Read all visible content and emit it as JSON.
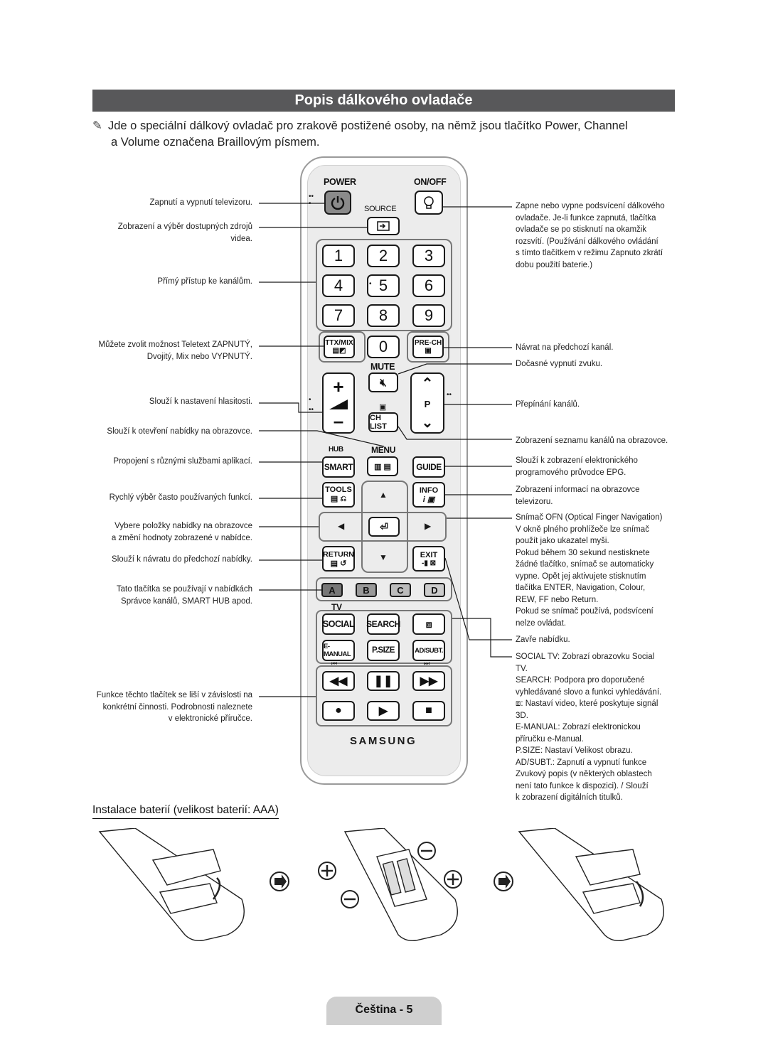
{
  "title": "Popis dálkového ovladače",
  "note": {
    "line1": "Jde o speciální dálkový ovladač pro zrakově postižené osoby, na němž jsou tlačítko Power, Channel",
    "line2": "a Volume označena Braillovým písmem."
  },
  "remote": {
    "power_label": "POWER",
    "onoff_label": "ON/OFF",
    "source_label": "SOURCE",
    "numbers": [
      "1",
      "2",
      "3",
      "4",
      "5",
      "6",
      "7",
      "8",
      "9",
      "0"
    ],
    "ttxmix_label": "TTX/MIX",
    "prech_label": "PRE-CH",
    "mute_label": "MUTE",
    "p_label": "P",
    "chlist_label": "CH LIST",
    "hub_label": "HUB",
    "menu_label": "MENU",
    "smart_label": "SMART",
    "guide_label": "GUIDE",
    "tools_label": "TOOLS",
    "info_label": "INFO",
    "return_label": "RETURN",
    "exit_label": "EXIT",
    "color_buttons": [
      "A",
      "B",
      "C",
      "D"
    ],
    "tv_label": "TV",
    "social_label": "SOCIAL",
    "search_label": "SEARCH",
    "emanual_label": "E-MANUAL",
    "psize_label": "P.SIZE",
    "adsubt_label": "AD/SUBT.",
    "brand": "SAMSUNG"
  },
  "annotations_left": {
    "power": "Zapnutí a vypnutí televizoru.",
    "source_1": "Zobrazení a výběr dostupných zdrojů",
    "source_2": "videa.",
    "numbers": "Přímý přístup ke kanálům.",
    "ttx_1": "Můžete zvolit možnost Teletext ZAPNUTÝ,",
    "ttx_2": "Dvojitý, Mix nebo VYPNUTÝ.",
    "volume": "Slouží k nastavení hlasitosti.",
    "menu": "Slouží k otevření nabídky na obrazovce.",
    "smart": "Propojení s různými službami aplikací.",
    "tools": "Rychlý výběr často používaných funkcí.",
    "ofn_1": "Vybere položky nabídky na obrazovce",
    "ofn_2": "a změní hodnoty zobrazené v nabídce.",
    "return": "Slouží k návratu do předchozí nabídky.",
    "color_1": "Tato tlačítka se používají v nabídkách",
    "color_2": "Správce kanálů, SMART HUB apod.",
    "media_1": "Funkce těchto tlačítek se liší v závislosti na",
    "media_2": "konkrétní činnosti. Podrobnosti naleznete",
    "media_3": "v elektronické příručce."
  },
  "annotations_right": {
    "onoff": [
      "Zapne nebo vypne podsvícení dálkového",
      "ovladače. Je-li funkce zapnutá, tlačítka",
      "ovladače se po stisknutí na okamžik",
      "rozsvítí. (Používání dálkového ovládání",
      "s tímto tlačítkem v režimu Zapnuto zkrátí",
      "dobu použití baterie.)"
    ],
    "prech": "Návrat na předchozí kanál.",
    "mute": "Dočasné vypnutí zvuku.",
    "channel": "Přepínání kanálů.",
    "chlist": "Zobrazení seznamu kanálů na obrazovce.",
    "guide": [
      "Slouží k zobrazení elektronického",
      "programového průvodce EPG."
    ],
    "info": [
      "Zobrazení informací na obrazovce",
      "televizoru."
    ],
    "ofn": [
      "Snímač OFN (Optical Finger Navigation)",
      "V okně plného prohlížeče lze snímač",
      "použít jako ukazatel myši.",
      "Pokud během 30 sekund nestisknete",
      "žádné tlačítko, snímač se automaticky",
      "vypne. Opět jej aktivujete stisknutím",
      "tlačítka ENTER, Navigation, Colour,",
      "REW, FF nebo Return.",
      "Pokud se snímač používá, podsvícení",
      "nelze ovládat."
    ],
    "exit": "Zavře nabídku.",
    "bottom": [
      "SOCIAL TV: Zobrazí obrazovku Social",
      "TV.",
      "SEARCH: Podpora pro doporučené",
      "vyhledávané slovo a funkci vyhledávání.",
      ": Nastaví video, které poskytuje signál",
      "3D.",
      "E-MANUAL: Zobrazí elektronickou",
      "příručku e-Manual.",
      "P.SIZE: Nastaví Velikost obrazu.",
      "AD/SUBT.: Zapnutí a vypnutí funkce",
      "Zvukový popis (v některých oblastech",
      "není tato funkce k dispozici). / Slouží",
      "k zobrazení digitálních titulků."
    ]
  },
  "battery_title": "Instalace baterií (velikost baterií: AAA)",
  "footer": "Čeština - 5"
}
